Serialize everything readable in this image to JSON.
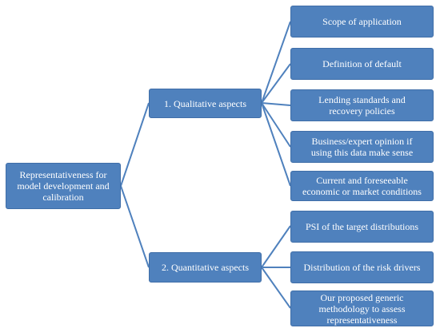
{
  "diagram": {
    "root": {
      "label": "Representativeness for\nmodel development and\ncalibration"
    },
    "branches": [
      {
        "label": "1. Qualitative aspects",
        "children": [
          "Scope of application",
          "Definition of default",
          "Lending standards and\nrecovery policies",
          "Business/expert opinion if\nusing this data make sense",
          "Current and foreseeable\neconomic or market conditions"
        ]
      },
      {
        "label": "2. Quantitative aspects",
        "children": [
          "PSI of the target distributions",
          "Distribution of the risk drivers",
          "Our proposed generic\nmethodology to assess\nrepresentativeness"
        ]
      }
    ],
    "colors": {
      "node_fill": "#4f81bd",
      "node_text": "#ffffff",
      "connector": "#4f81bd"
    }
  }
}
